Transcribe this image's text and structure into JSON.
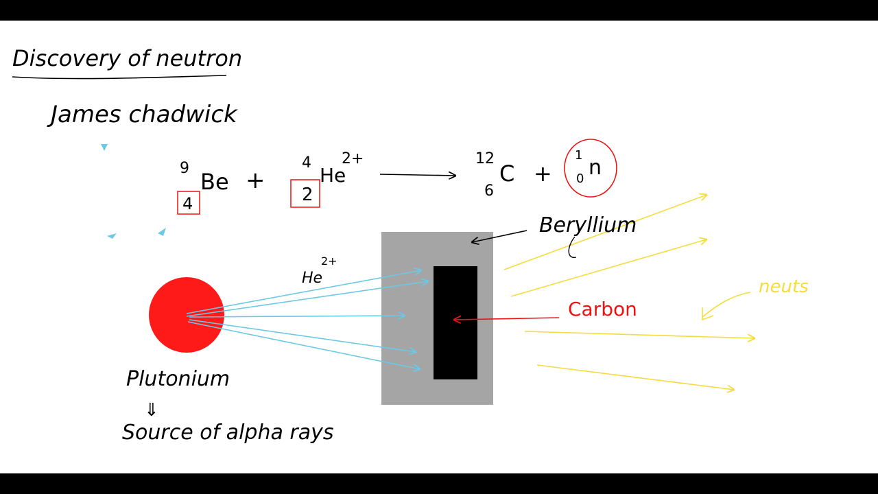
{
  "title": "Discovery of neutron",
  "author": "James chadwick",
  "equation": {
    "be": {
      "mass": "9",
      "atomic": "4",
      "symbol": "Be"
    },
    "plus1": "+",
    "he": {
      "mass": "4",
      "atomic": "2",
      "symbol": "He",
      "charge": "2+"
    },
    "c": {
      "mass": "12",
      "atomic": "6",
      "symbol": "C"
    },
    "plus2": "+",
    "n": {
      "mass": "1",
      "atomic": "0",
      "symbol": "n"
    }
  },
  "labels": {
    "beryllium": "Beryllium",
    "carbon": "Carbon",
    "neutrons": "neuts",
    "alpha_label": "He",
    "alpha_charge": "2+",
    "plutonium": "Plutonium",
    "implies": "⇓",
    "source": "Source of alpha rays"
  },
  "colors": {
    "ink": "#000000",
    "red": "#ee1111",
    "plutonium": "#ff1a1a",
    "alpha": "#6cc8e6",
    "neutron": "#f5dc3c",
    "beryllium": "#a5a5a5",
    "carbon": "#000000"
  }
}
